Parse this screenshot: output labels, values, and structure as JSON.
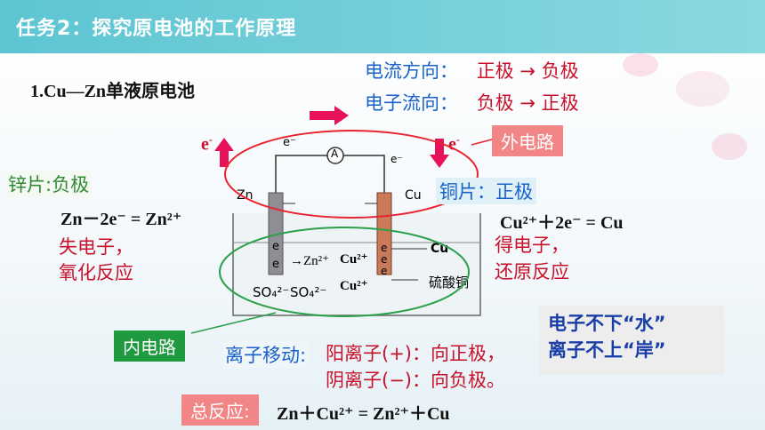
{
  "title": "任务2：探究原电池的工作原理",
  "heading": "1.Cu—Zn单液原电池",
  "current_direction": {
    "label": "电流方向：",
    "value": "正极 → 负极"
  },
  "electron_direction": {
    "label": "电子流向：",
    "value": "负极 → 正极"
  },
  "outer_circuit": "外电路",
  "inner_circuit": "内电路",
  "e_minus": "e",
  "left": {
    "label": "锌片:负极",
    "equation": "Zn－2e⁻ = Zn²⁺",
    "note1": "失电子，",
    "note2": "氧化反应"
  },
  "right": {
    "label": "铜片：正极",
    "equation": "Cu²⁺＋2e⁻ = Cu",
    "note1": "得电子，",
    "note2": "还原反应"
  },
  "ion_move": {
    "label": "离子移动:",
    "cation": "阳离子(+)：向正极，",
    "anion": "阴离子(−)：向负极。"
  },
  "tip": {
    "line1": "电子不下“水”",
    "line2": "离子不上“岸”"
  },
  "total": {
    "label": "总反应:",
    "equation": "Zn＋Cu²⁺ = Zn²⁺＋Cu"
  },
  "diagram": {
    "ammeter": "A",
    "zn": "Zn",
    "cu": "Cu",
    "e_top": "e⁻",
    "e_right": "e⁻",
    "zn2plus": "→Zn²⁺",
    "cu2plus_1": "Cu²⁺",
    "cu2plus_2": "Cu²⁺",
    "cu_label": "Cu",
    "so4_1": "SO₄²⁻",
    "so4_2": "SO₄²⁻",
    "solution": "硫酸铜",
    "e_bar_1": "e",
    "e_bar_2": "e",
    "e_plate_1": "e",
    "e_plate_2": "e",
    "e_plate_3": "e"
  }
}
